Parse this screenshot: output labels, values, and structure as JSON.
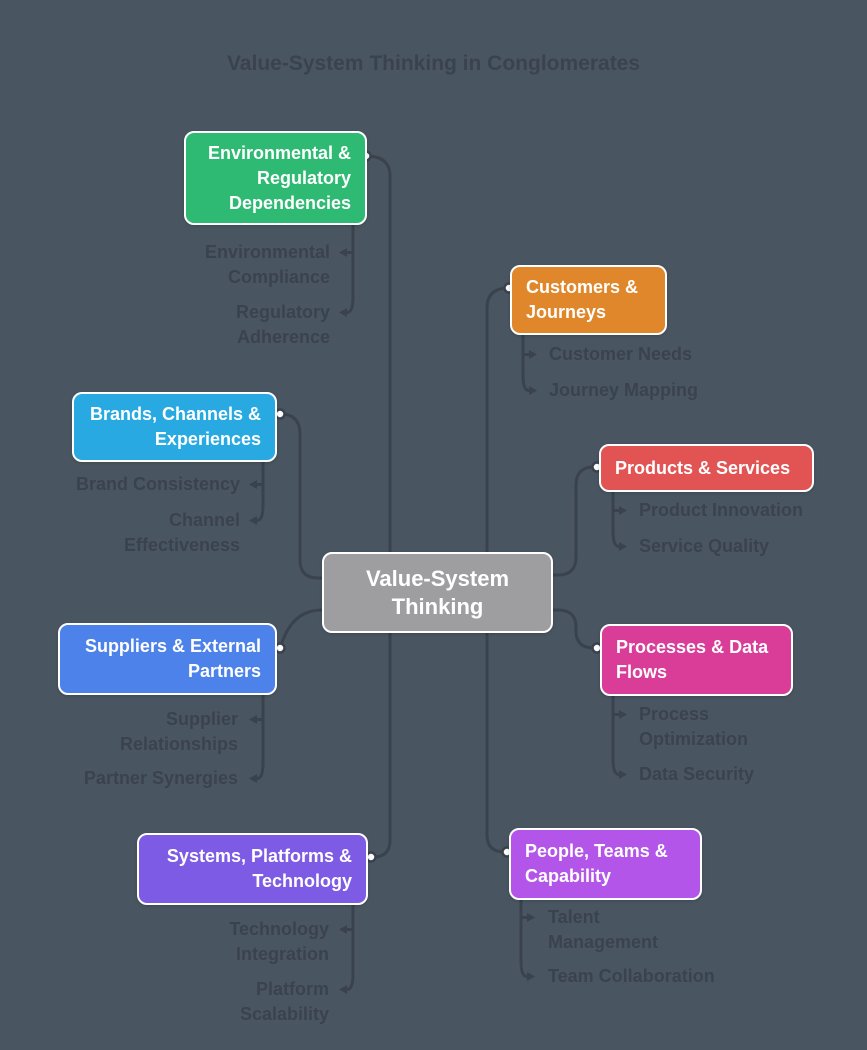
{
  "title": "Value-System Thinking in Conglomerates",
  "colors": {
    "background": "#495661",
    "ink": "#3A424E",
    "node_text": "#FFFFFF",
    "node_border": "#FFFFFF",
    "center_node": "#9E9EA0"
  },
  "center": {
    "label": "Value-System Thinking"
  },
  "branches": [
    {
      "id": "environmental-regulatory-dependencies",
      "side": "left",
      "color": "#2FBA73",
      "label": "Environmental & Regulatory Dependencies",
      "children": [
        "Environmental Compliance",
        "Regulatory Adherence"
      ]
    },
    {
      "id": "brands-channels-experiences",
      "side": "left",
      "color": "#29A9E1",
      "label": "Brands, Channels & Experiences",
      "children": [
        "Brand Consistency",
        "Channel Effectiveness"
      ]
    },
    {
      "id": "suppliers-external-partners",
      "side": "left",
      "color": "#4C82EA",
      "label": "Suppliers & External Partners",
      "children": [
        "Supplier Relationships",
        "Partner Synergies"
      ]
    },
    {
      "id": "systems-platforms-technology",
      "side": "left",
      "color": "#7D5BE4",
      "label": "Systems, Platforms & Technology",
      "children": [
        "Technology Integration",
        "Platform Scalability"
      ]
    },
    {
      "id": "customers-journeys",
      "side": "right",
      "color": "#E0862B",
      "label": "Customers & Journeys",
      "children": [
        "Customer Needs",
        "Journey Mapping"
      ]
    },
    {
      "id": "products-services",
      "side": "right",
      "color": "#E25453",
      "label": "Products & Services",
      "children": [
        "Product Innovation",
        "Service Quality"
      ]
    },
    {
      "id": "processes-data-flows",
      "side": "right",
      "color": "#DA3D98",
      "label": "Processes & Data Flows",
      "children": [
        "Process Optimization",
        "Data Security"
      ]
    },
    {
      "id": "people-teams-capability",
      "side": "right",
      "color": "#B355E9",
      "label": "People, Teams & Capability",
      "children": [
        "Talent Management",
        "Team Collaboration"
      ]
    }
  ]
}
